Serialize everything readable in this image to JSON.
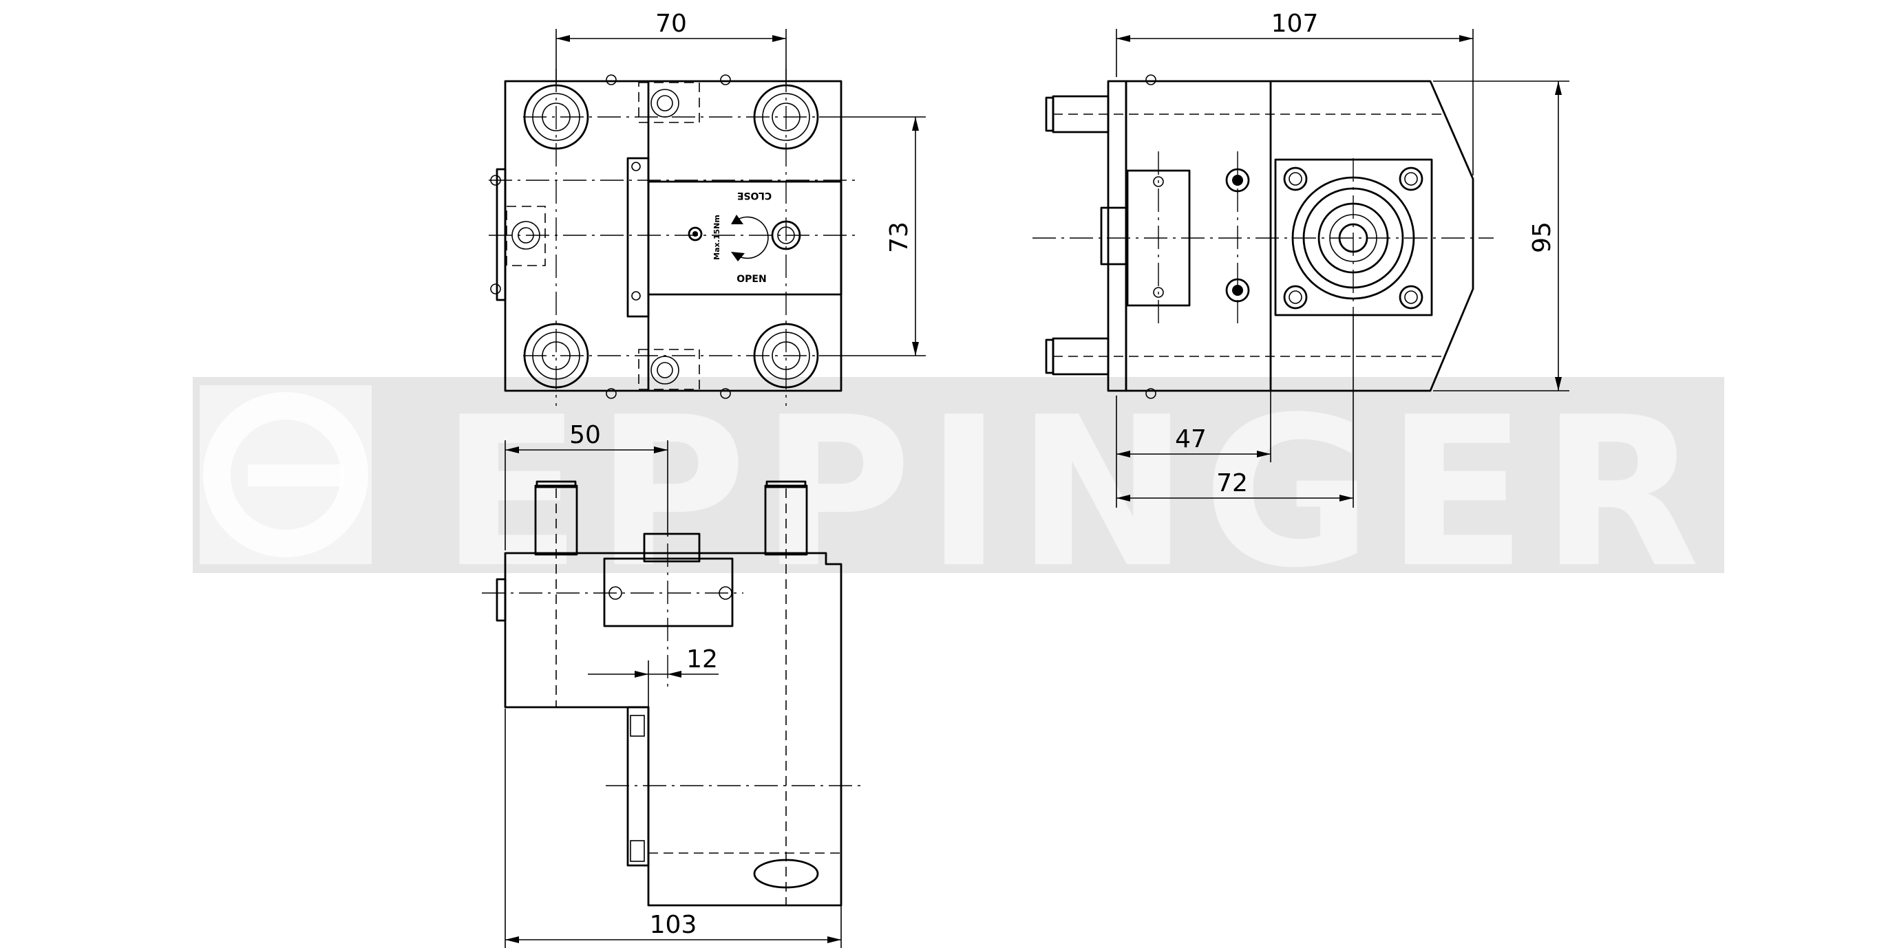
{
  "watermark": {
    "brand": "EPPINGER"
  },
  "dimensions": {
    "front_width": "70",
    "front_height": "73",
    "side_width": "107",
    "side_height": "95",
    "side_offset_a": "47",
    "side_offset_b": "72",
    "top_offset": "50",
    "top_step": "12",
    "top_width": "103"
  },
  "labels": {
    "close": "CLOSE",
    "open": "OPEN",
    "key_mark": "Max.15Nm"
  }
}
